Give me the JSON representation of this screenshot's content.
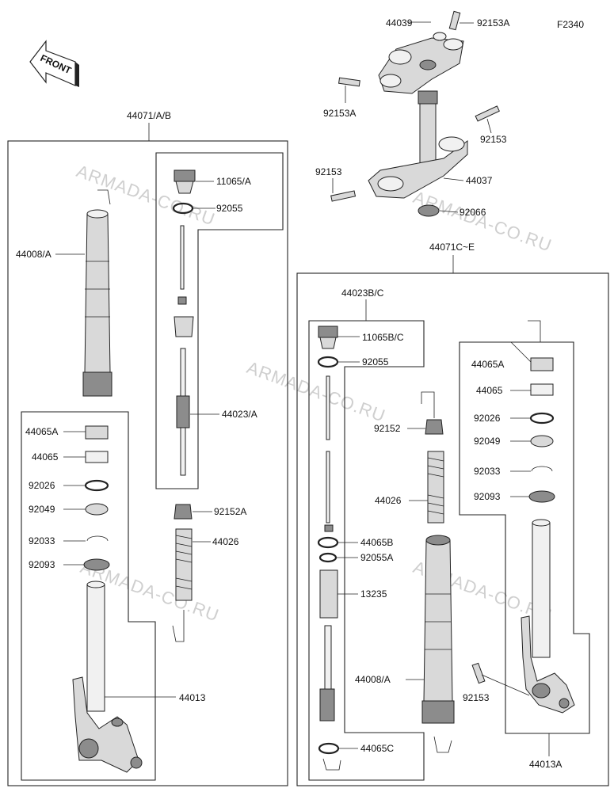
{
  "diagram": {
    "code": "F2340",
    "front_label": "FRONT",
    "watermark": "ARMADA-CO.RU",
    "labels": {
      "p44039": "44039",
      "p92153A_top": "92153A",
      "p92153A_left": "92153A",
      "p92153_right": "92153",
      "p92153_left": "92153",
      "p44037": "44037",
      "p92066": "92066",
      "p44071AB": "44071/A/B",
      "p11065A": "11065/A",
      "p92055_L": "92055",
      "p44008A_L": "44008/A",
      "p44023A": "44023/A",
      "p44065A_L": "44065A",
      "p44065_L": "44065",
      "p92026_L": "92026",
      "p92049_L": "92049",
      "p92033_L": "92033",
      "p92093_L": "92093",
      "p92152A": "92152A",
      "p44026_L": "44026",
      "p44013": "44013",
      "p44071CE": "44071C~E",
      "p44023BC": "44023B/C",
      "p11065BC": "11065B/C",
      "p92055_R": "92055",
      "p92152": "92152",
      "p44026_R": "44026",
      "p44065B": "44065B",
      "p92055A": "92055A",
      "p13235": "13235",
      "p44008A_R": "44008/A",
      "p44065C": "44065C",
      "p44065A_R": "44065A",
      "p44065_R": "44065",
      "p92026_R": "92026",
      "p92049_R": "92049",
      "p92033_R": "92033",
      "p92093_R": "92093",
      "p92153_R2": "92153",
      "p44013A": "44013A"
    }
  }
}
